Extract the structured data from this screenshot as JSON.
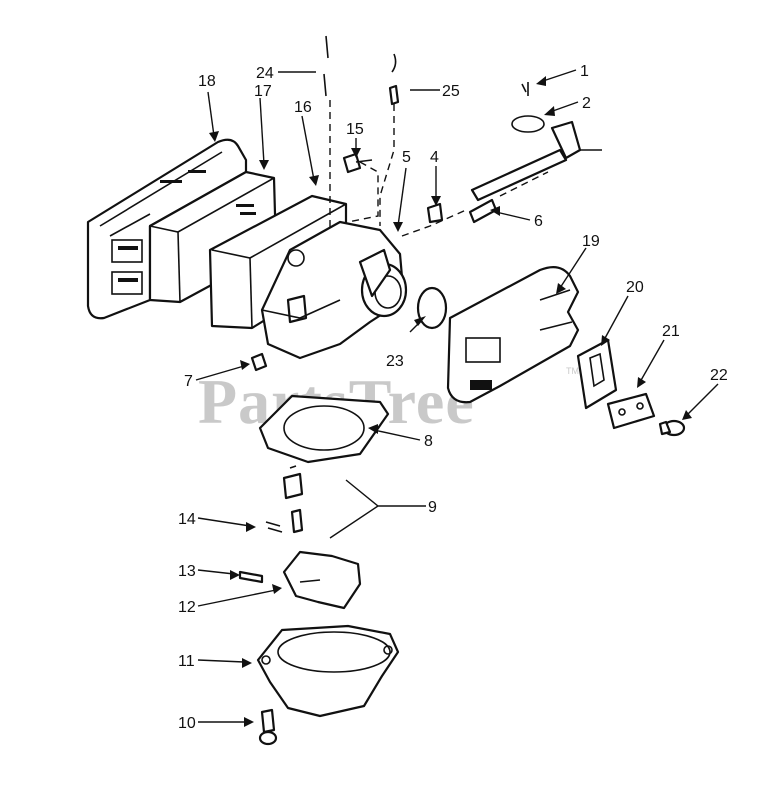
{
  "diagram": {
    "watermark": "PartsTree",
    "watermark_tm": "TM",
    "callouts": [
      "1",
      "2",
      "4",
      "5",
      "6",
      "7",
      "8",
      "9",
      "10",
      "11",
      "12",
      "13",
      "14",
      "15",
      "16",
      "17",
      "18",
      "19",
      "20",
      "21",
      "22",
      "23",
      "24",
      "25"
    ]
  }
}
